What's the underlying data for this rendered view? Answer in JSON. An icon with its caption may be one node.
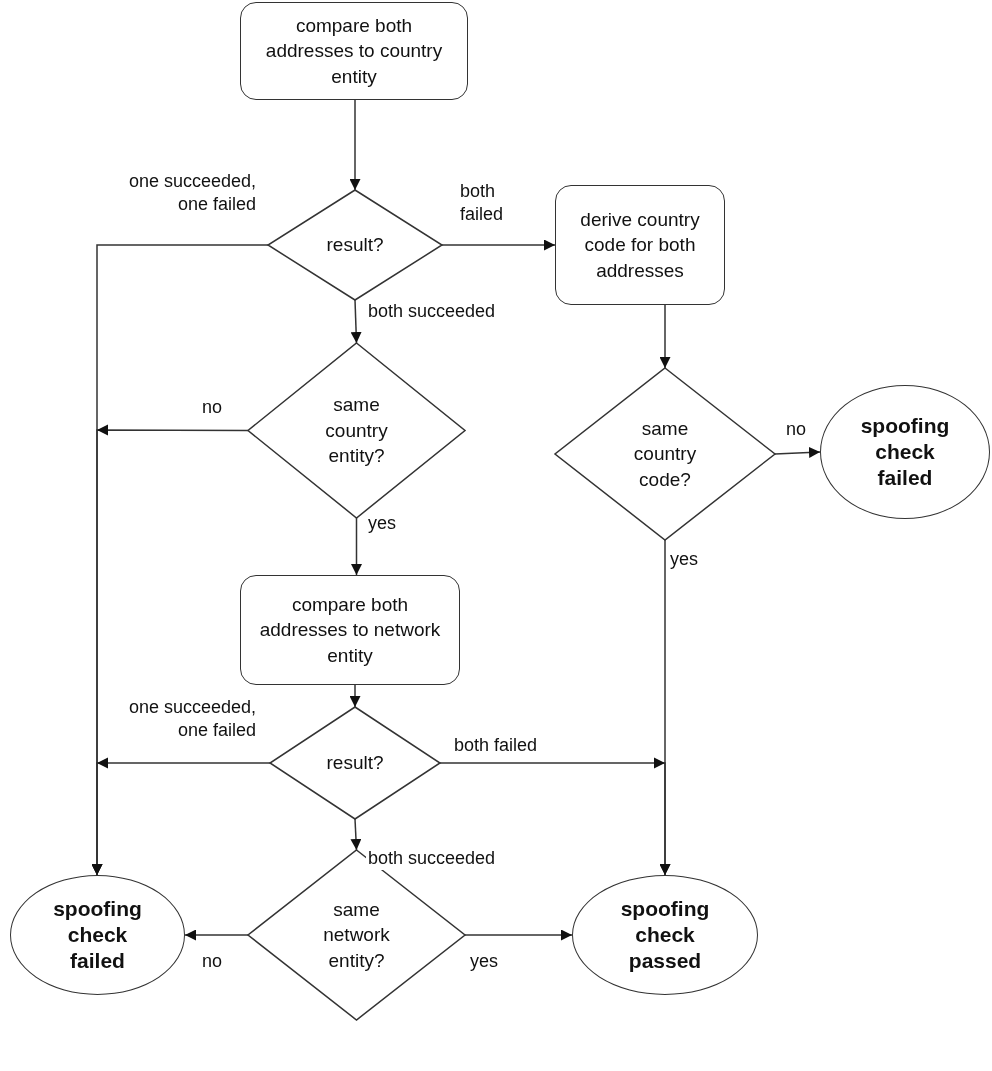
{
  "diagram": {
    "nodes": [
      {
        "text": [
          "compare both addresses to country entity"
        ]
      },
      {
        "text": [
          "result?"
        ]
      },
      {
        "text": [
          "derive country code for both addresses"
        ]
      },
      {
        "text": [
          "same country entity?"
        ]
      },
      {
        "text": [
          "same country code?"
        ]
      },
      {
        "text": [
          "spoofing check failed"
        ]
      },
      {
        "text": [
          "compare both addresses to network entity"
        ]
      },
      {
        "text": [
          "result?"
        ]
      },
      {
        "text": [
          "same network entity?"
        ]
      },
      {
        "text": [
          "spoofing check failed"
        ]
      },
      {
        "text": [
          "spoofing check passed"
        ]
      }
    ],
    "edges": [
      {
        "from": 0,
        "to": 1,
        "arrow": "to"
      },
      {
        "from": 1,
        "to": 2,
        "arrow": "to",
        "label": "both failed"
      },
      {
        "from": 1,
        "to": 3,
        "arrow": "to",
        "label": "both succeeded"
      },
      {
        "from": 1,
        "to": 9,
        "arrow": "to",
        "label": "one succeeded, one failed"
      },
      {
        "from": 3,
        "to": 9,
        "arrow": "to",
        "label": "no"
      },
      {
        "from": 3,
        "to": 6,
        "arrow": "to",
        "label": "yes"
      },
      {
        "from": 2,
        "to": 4,
        "arrow": "to"
      },
      {
        "from": 4,
        "to": 5,
        "arrow": "to",
        "label": "no"
      },
      {
        "from": 4,
        "to": 10,
        "arrow": "to",
        "label": "yes"
      },
      {
        "from": 6,
        "to": 7,
        "arrow": "to"
      },
      {
        "from": 7,
        "to": 9,
        "arrow": "to",
        "label": "one succeeded, one failed"
      },
      {
        "from": 7,
        "to": 10,
        "arrow": "to",
        "label": "both failed"
      },
      {
        "from": 7,
        "to": 8,
        "arrow": "to",
        "label": "both succeeded"
      },
      {
        "from": 8,
        "to": 9,
        "arrow": "to",
        "label": "no"
      },
      {
        "from": 8,
        "to": 10,
        "arrow": "to",
        "label": "yes"
      }
    ]
  }
}
